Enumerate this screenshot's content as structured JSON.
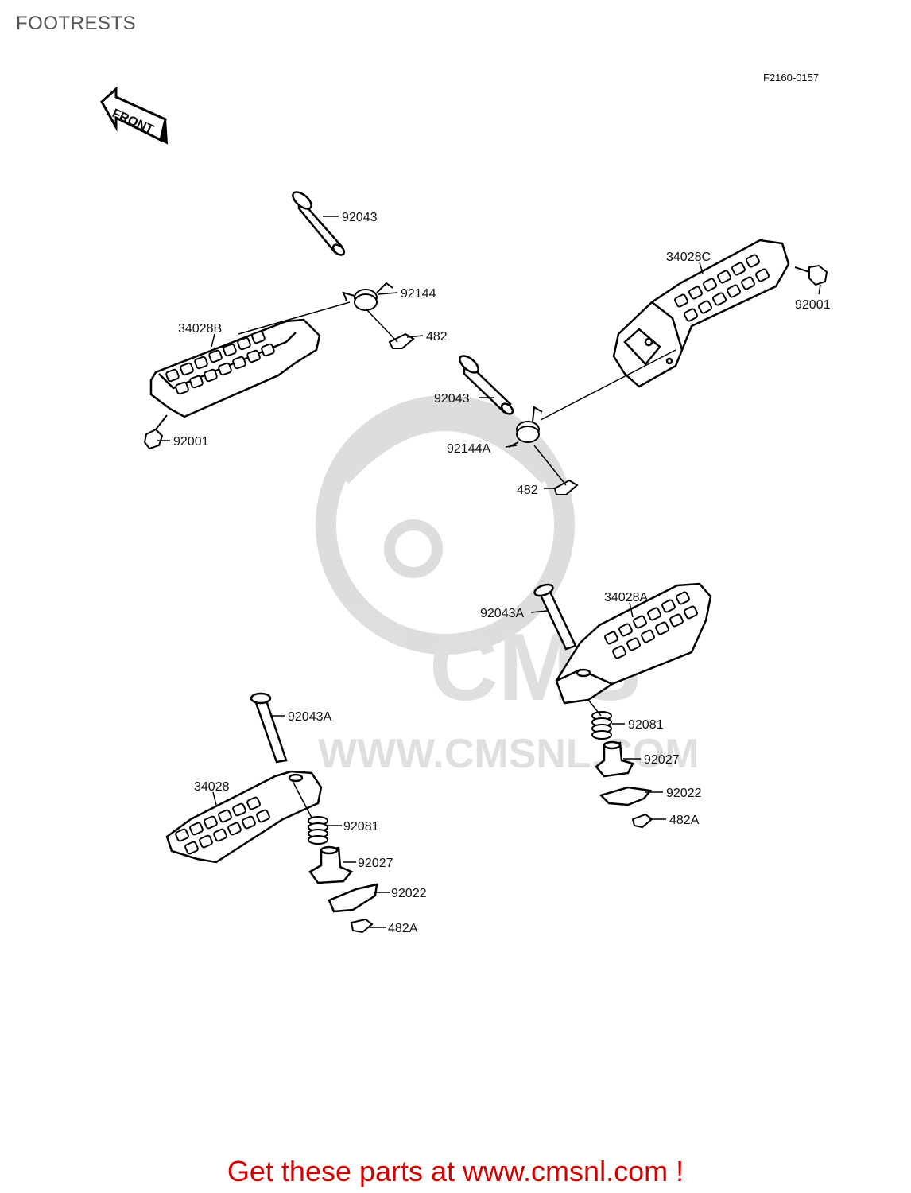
{
  "header": {
    "title": "FOOTRESTS"
  },
  "diagram": {
    "figure_code": "F2160-0157",
    "front_arrow_label": "FRONT",
    "watermark": {
      "brand": "CMS",
      "url": "WWW.CMSNL.COM"
    },
    "callouts": {
      "c_92043_top": "92043",
      "c_92144": "92144",
      "c_482_top": "482",
      "c_34028B": "34028B",
      "c_92001_left": "92001",
      "c_34028C": "34028C",
      "c_92001_right": "92001",
      "c_92043_mid": "92043",
      "c_92144A": "92144A",
      "c_482_mid": "482",
      "c_92043A_right": "92043A",
      "c_34028A": "34028A",
      "c_92081_right": "92081",
      "c_92027_right": "92027",
      "c_92022_right": "92022",
      "c_482A_right": "482A",
      "c_92043A_left": "92043A",
      "c_34028": "34028",
      "c_92081_left": "92081",
      "c_92027_left": "92027",
      "c_92022_left": "92022",
      "c_482A_left": "482A"
    }
  },
  "footer": {
    "promo": "Get these parts at www.cmsnl.com !"
  }
}
